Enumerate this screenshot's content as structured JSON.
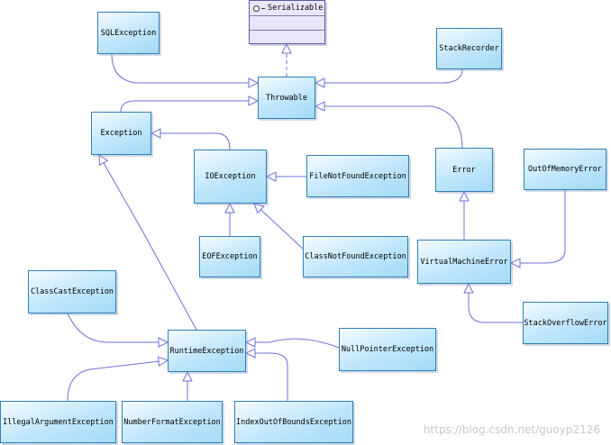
{
  "interface": {
    "name": "Serializable"
  },
  "classes": {
    "sqlexception": "SQLException",
    "stackrecorder": "StackRecorder",
    "throwable": "Throwable",
    "exception": "Exception",
    "ioexception": "IOException",
    "filenotfound": "FileNotFoundException",
    "error": "Error",
    "outofmemory": "OutOfMemoryError",
    "eofexception": "EOFException",
    "classnotfound": "ClassNotFoundException",
    "virtualmachine": "VirtualMachineError",
    "classcast": "ClassCastException",
    "stackoverflow": "StackOverflowError",
    "runtime": "RuntimeException",
    "nullpointer": "NullPointerException",
    "illegalargument": "IllegalArgumentException",
    "numberformat": "NumberFormatException",
    "indexoutofbounds": "IndexOutOfBoundsException"
  },
  "watermark": "https://blog.csdn.net/guoyp2126",
  "colors": {
    "edge": "#6f6fd8",
    "box_border": "#2f7fb8"
  }
}
